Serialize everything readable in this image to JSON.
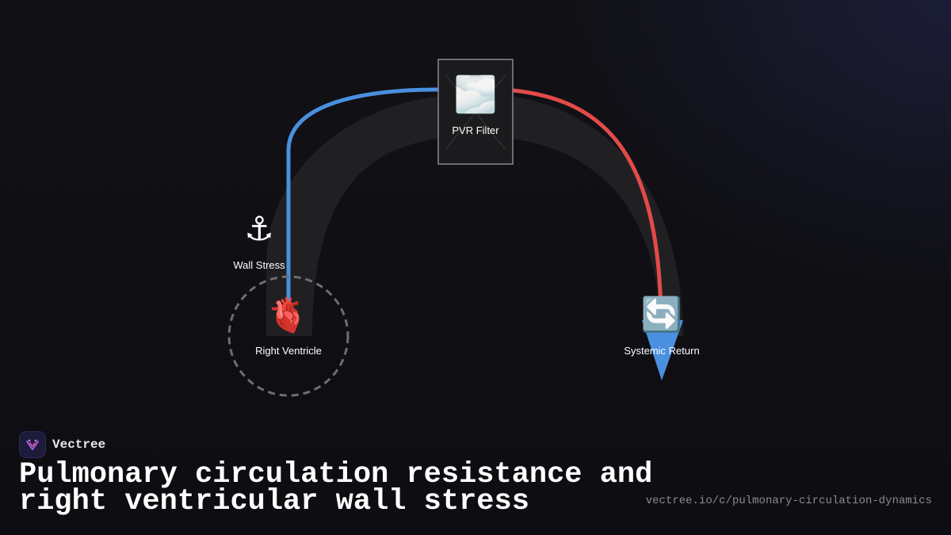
{
  "diagram": {
    "nodes": {
      "right_ventricle": {
        "label": "Right Ventricle",
        "icon": "anatomical-heart-icon"
      },
      "wall_stress": {
        "label": "Wall Stress",
        "icon": "anchor-icon"
      },
      "pvr_filter": {
        "label": "PVR Filter",
        "icon": "fog-icon"
      },
      "systemic_return": {
        "label": "Systemic Return",
        "icon": "counterclockwise-arrows-icon"
      }
    },
    "colors": {
      "deoxygenated_path": "#4a8fe0",
      "oxygenated_path": "#e34a4a",
      "channel": "#222224",
      "return_arrow": "#4a8fe0"
    }
  },
  "brand": {
    "name": "Vectree"
  },
  "title": "Pulmonary circulation resistance and right ventricular wall stress",
  "url": "vectree.io/c/pulmonary-circulation-dynamics"
}
